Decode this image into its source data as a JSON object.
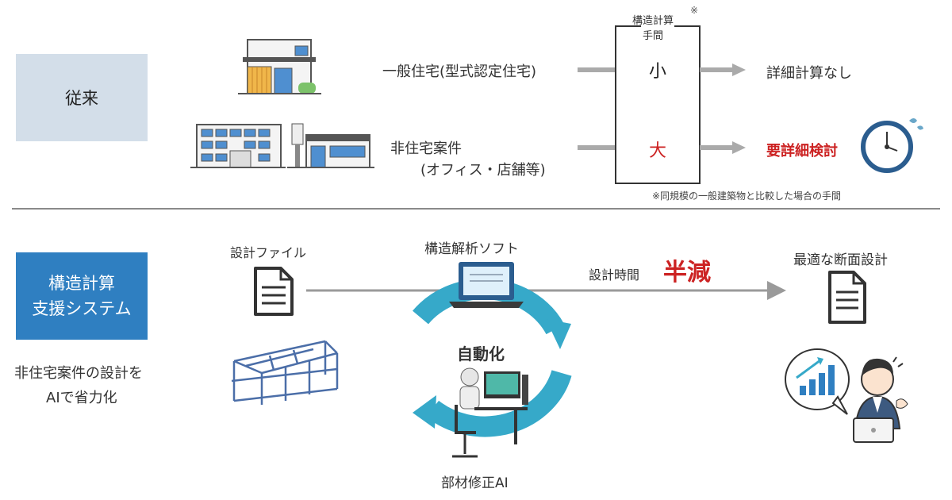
{
  "top": {
    "label": "従来",
    "house_label": "一般住宅(型式認定住宅)",
    "nonres_label_1": "非住宅案件",
    "nonres_label_2": "(オフィス・店舗等)",
    "box_header_1": "構造計算",
    "box_header_2": "手間",
    "box_header_mark": "※",
    "small": "小",
    "large": "大",
    "result_small": "詳細計算なし",
    "result_large": "要詳細検討",
    "footnote": "※同規模の一般建築物と比較した場合の手間"
  },
  "bottom": {
    "system_label_1": "構造計算",
    "system_label_2": "支援システム",
    "caption_1": "非住宅案件の設計を",
    "caption_2": "AIで省力化",
    "design_file": "設計ファイル",
    "software": "構造解析ソフト",
    "time_label": "設計時間",
    "halved": "半減",
    "automation": "自動化",
    "member_ai": "部材修正AI",
    "optimal": "最適な断面設計"
  },
  "colors": {
    "top_label_bg": "#d3dee9",
    "system_bg": "#2f7fc1",
    "accent_red": "#cc2222",
    "cycle_teal": "#36a9c9",
    "arrow_gray": "#999999",
    "divider": "#888888"
  }
}
